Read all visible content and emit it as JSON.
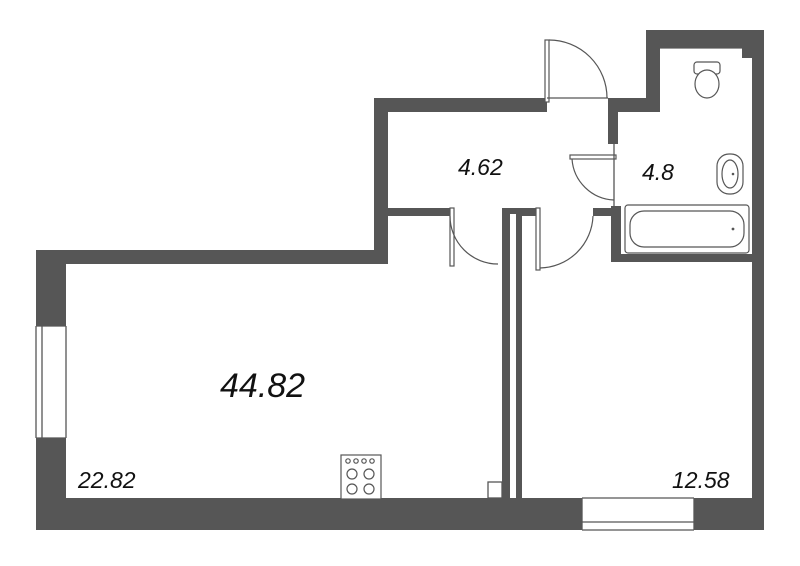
{
  "floor_plan": {
    "total_area": "44.82",
    "rooms": [
      {
        "id": "living_kitchen",
        "area": "22.82"
      },
      {
        "id": "hallway",
        "area": "4.62"
      },
      {
        "id": "bathroom",
        "area": "4.8"
      },
      {
        "id": "bedroom",
        "area": "12.58"
      }
    ]
  },
  "colors": {
    "wall": "#565656",
    "background": "#ffffff",
    "text": "#111111"
  },
  "icons": [
    "toilet-icon",
    "sink-icon",
    "bathtub-icon",
    "stove-icon",
    "window-icon",
    "door-icon"
  ]
}
